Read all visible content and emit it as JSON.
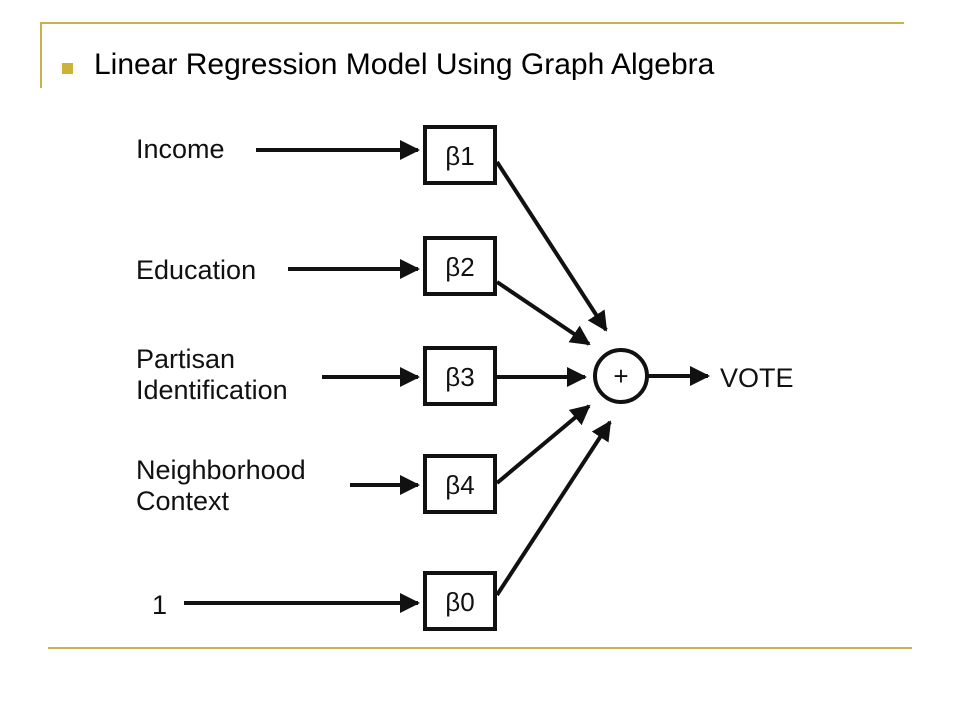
{
  "slide": {
    "title": "Linear Regression Model Using Graph Algebra",
    "accent_color": "#c9b24a",
    "bullet_color": "#cfb13a"
  },
  "diagram": {
    "inputs": [
      {
        "lines": [
          "Income"
        ]
      },
      {
        "lines": [
          "Education"
        ]
      },
      {
        "lines": [
          "Partisan",
          "Identification"
        ]
      },
      {
        "lines": [
          "Neighborhood",
          "Context"
        ]
      },
      {
        "lines": [
          "1"
        ]
      }
    ],
    "coefficients": [
      "β1",
      "β2",
      "β3",
      "β4",
      "β0"
    ],
    "sum_symbol": "+",
    "output": "VOTE"
  }
}
